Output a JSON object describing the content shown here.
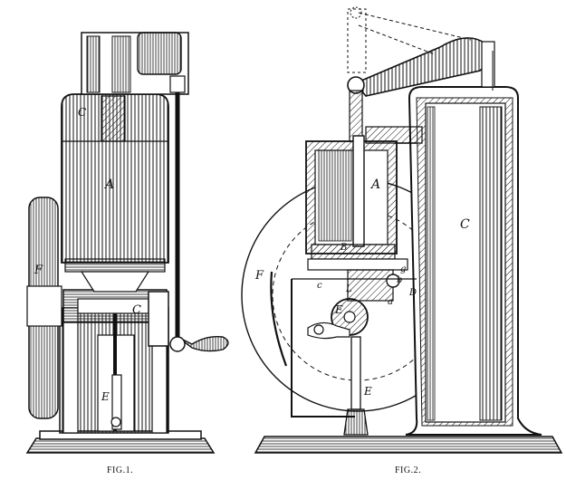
{
  "figures": [
    {
      "caption": "FIG.1.",
      "labels": {
        "cylinder": "A",
        "flywheel": "F",
        "crank": "C",
        "pump": "E",
        "upper": "C"
      }
    },
    {
      "caption": "FIG.2.",
      "labels": {
        "cylinder": "A",
        "flywheel": "F",
        "column": "C",
        "pump": "E",
        "valve_b": "B",
        "port_g": "g",
        "port_b": "b",
        "port_a": "a",
        "eccentric": "E",
        "lever_l": "L",
        "lever_c": "c",
        "port_d": "D"
      }
    }
  ],
  "colors": {
    "ink": "#111111",
    "paper": "#ffffff",
    "shade": "#333333"
  }
}
